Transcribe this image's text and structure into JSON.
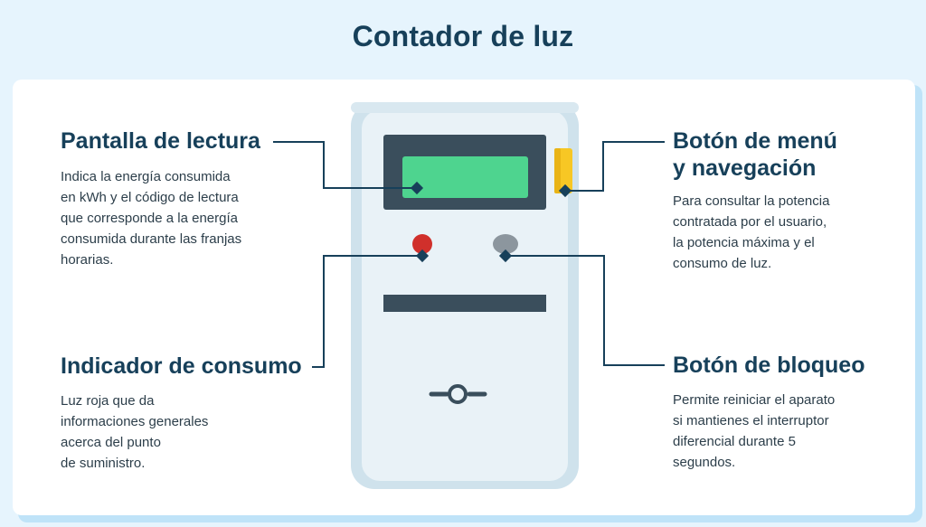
{
  "title": "Contador de luz",
  "callouts": {
    "display": {
      "heading": "Pantalla de lectura",
      "lines": [
        "Indica la energía consumida",
        "en kWh y el código de lectura",
        "que corresponde a la energía",
        "consumida durante las franjas",
        "horarias."
      ]
    },
    "menu_button": {
      "heading_lines": [
        "Botón de menú",
        "y navegación"
      ],
      "lines": [
        "Para consultar la potencia",
        "contratada por el usuario,",
        "la potencia máxima y el",
        "consumo de luz."
      ]
    },
    "indicator": {
      "heading": "Indicador de consumo",
      "lines": [
        "Luz roja que da",
        "informaciones generales",
        "acerca del punto",
        "de suministro."
      ]
    },
    "lock_button": {
      "heading": "Botón de bloqueo",
      "lines": [
        "Permite reiniciar el aparato",
        "si mantienes el interruptor",
        "diferencial durante 5",
        "segundos."
      ]
    }
  },
  "colors": {
    "background": "#e6f4fd",
    "card": "#ffffff",
    "meter_body": "#e8f1f6",
    "meter_rim": "#cfe2ec",
    "screen_frame": "#3a4e5c",
    "screen": "#4ed48f",
    "menu_button": "#f7c724",
    "red_light": "#d0302b",
    "lock_button": "#8c969e",
    "slot": "#3a4e5c",
    "connector": "#17405a"
  }
}
